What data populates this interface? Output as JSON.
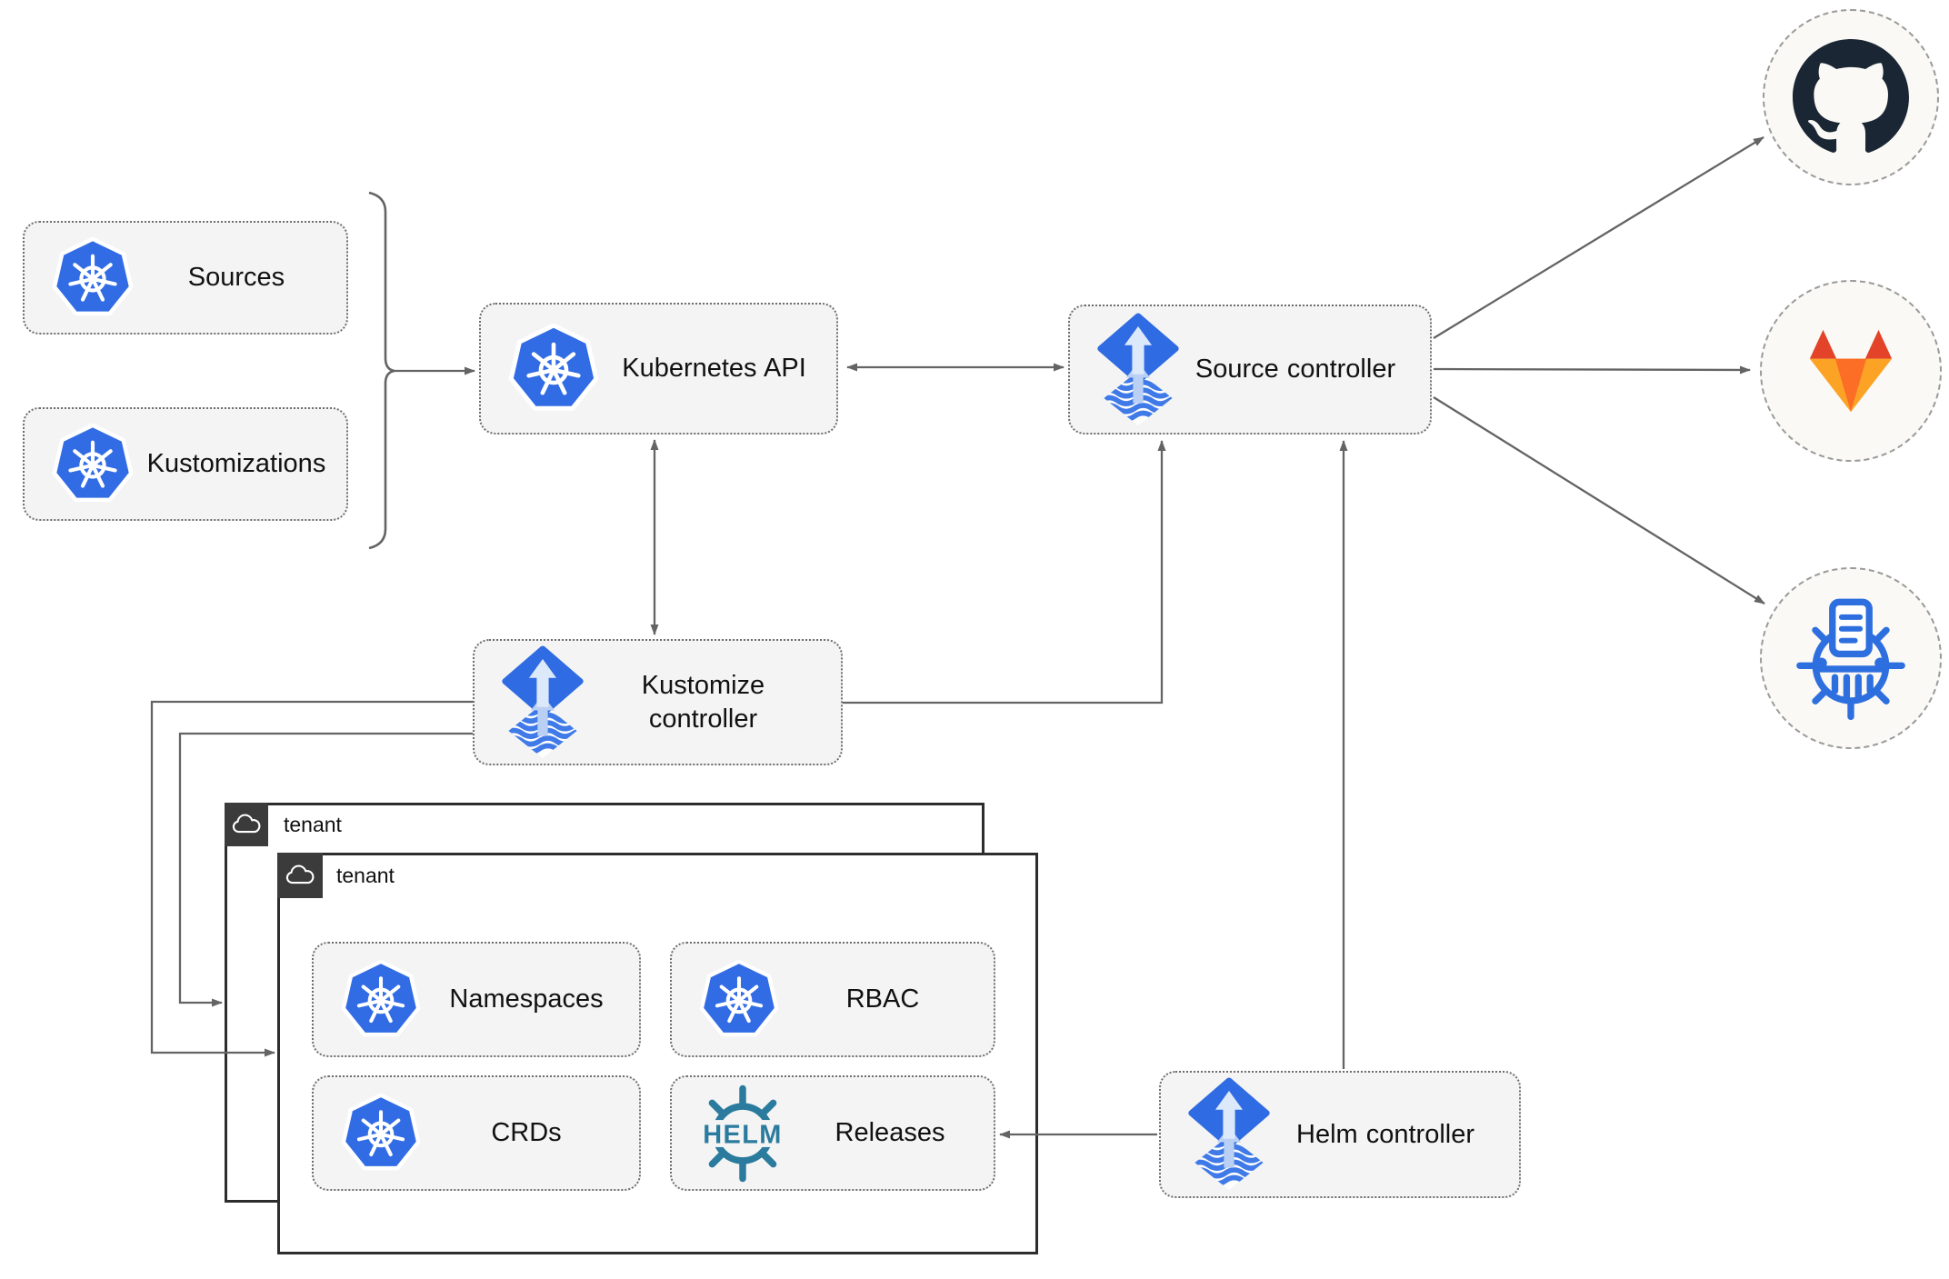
{
  "nodes": {
    "sources": {
      "label": "Sources",
      "icon": "kubernetes-icon"
    },
    "kustomizations": {
      "label": "Kustomizations",
      "icon": "kubernetes-icon"
    },
    "kubernetes_api": {
      "label": "Kubernetes API",
      "icon": "kubernetes-icon"
    },
    "source_controller": {
      "label": "Source controller",
      "icon": "flux-icon"
    },
    "kustomize_controller": {
      "label": "Kustomize controller",
      "icon": "flux-icon"
    },
    "helm_controller": {
      "label": "Helm controller",
      "icon": "flux-icon"
    },
    "namespaces": {
      "label": "Namespaces",
      "icon": "kubernetes-icon"
    },
    "rbac": {
      "label": "RBAC",
      "icon": "kubernetes-icon"
    },
    "crds": {
      "label": "CRDs",
      "icon": "kubernetes-icon"
    },
    "releases": {
      "label": "Releases",
      "icon": "helm-icon"
    }
  },
  "tenants": {
    "back": {
      "label": "tenant"
    },
    "front": {
      "label": "tenant"
    }
  },
  "helm_logo_text": "HELM",
  "external_targets": [
    {
      "name": "github",
      "icon": "github-icon"
    },
    {
      "name": "gitlab",
      "icon": "gitlab-icon"
    },
    {
      "name": "artifact-registry",
      "icon": "shredder-wheel-icon"
    }
  ],
  "colors": {
    "kubernetes_blue": "#326ce5",
    "flux_blue": "#2f6be2",
    "flux_light_arrow": "#dce9fb",
    "helm_teal": "#2a7b9d",
    "github_dark": "#1b2634",
    "gitlab_red": "#e24329",
    "gitlab_orange": "#fc6d26",
    "gitlab_amber": "#fca326",
    "node_fill": "#f4f4f4",
    "line_gray": "#646464",
    "tenant_tab_gray": "#3b3b3b"
  }
}
